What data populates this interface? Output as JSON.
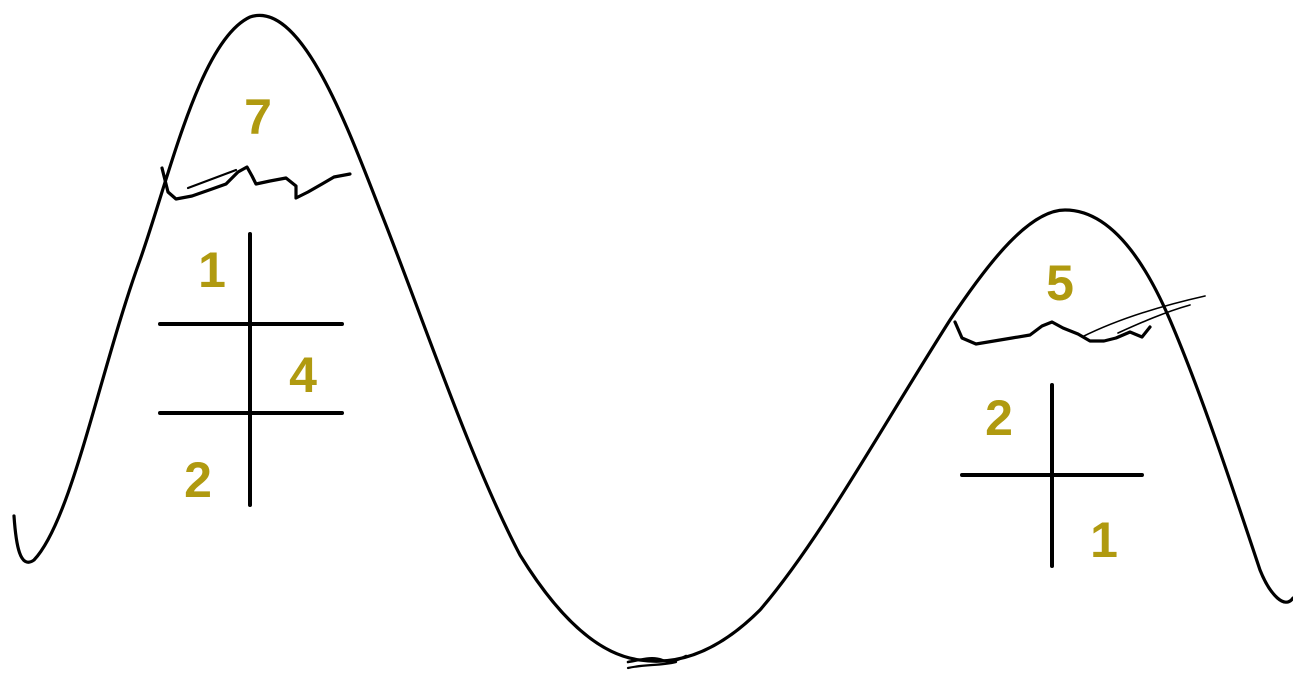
{
  "colors": {
    "number": "#B09A10",
    "line": "#000000"
  },
  "left_peak": {
    "cap_label": "7",
    "grid_labels": [
      "1",
      "4",
      "2"
    ]
  },
  "right_peak": {
    "cap_label": "5",
    "grid_labels": [
      "2",
      "1"
    ]
  }
}
